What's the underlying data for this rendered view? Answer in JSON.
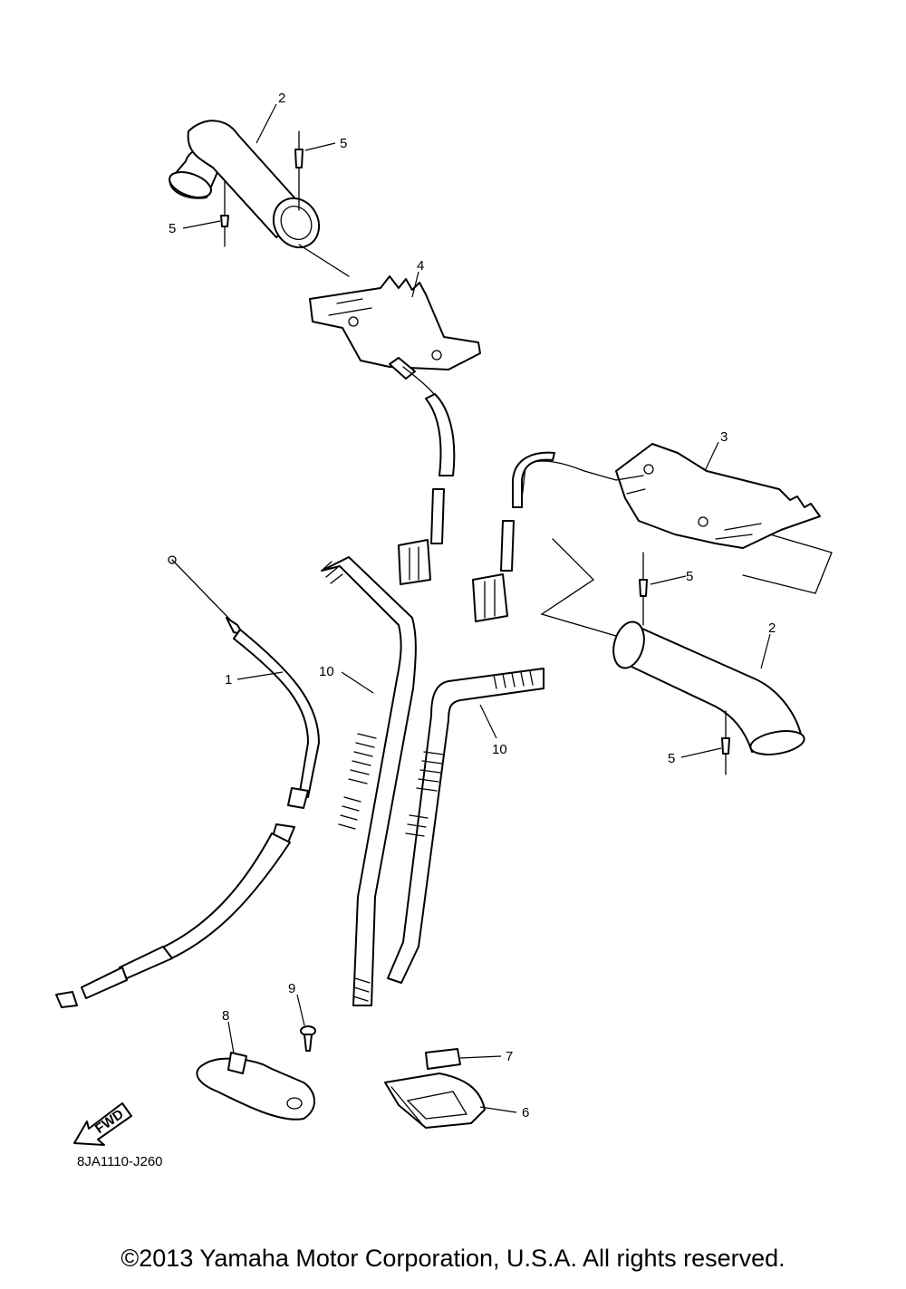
{
  "diagram": {
    "callouts": [
      {
        "id": "c1",
        "label": "1"
      },
      {
        "id": "c2a",
        "label": "2"
      },
      {
        "id": "c2b",
        "label": "2"
      },
      {
        "id": "c3",
        "label": "3"
      },
      {
        "id": "c4",
        "label": "4"
      },
      {
        "id": "c5a",
        "label": "5"
      },
      {
        "id": "c5b",
        "label": "5"
      },
      {
        "id": "c5c",
        "label": "5"
      },
      {
        "id": "c5d",
        "label": "5"
      },
      {
        "id": "c6",
        "label": "6"
      },
      {
        "id": "c7",
        "label": "7"
      },
      {
        "id": "c8",
        "label": "8"
      },
      {
        "id": "c9",
        "label": "9"
      },
      {
        "id": "c10a",
        "label": "10"
      },
      {
        "id": "c10b",
        "label": "10"
      }
    ],
    "fwd_label": "FWD",
    "drawing_code": "8JA1110-J260"
  },
  "footer": {
    "copyright": "©2013 Yamaha Motor Corporation, U.S.A. All rights reserved."
  }
}
